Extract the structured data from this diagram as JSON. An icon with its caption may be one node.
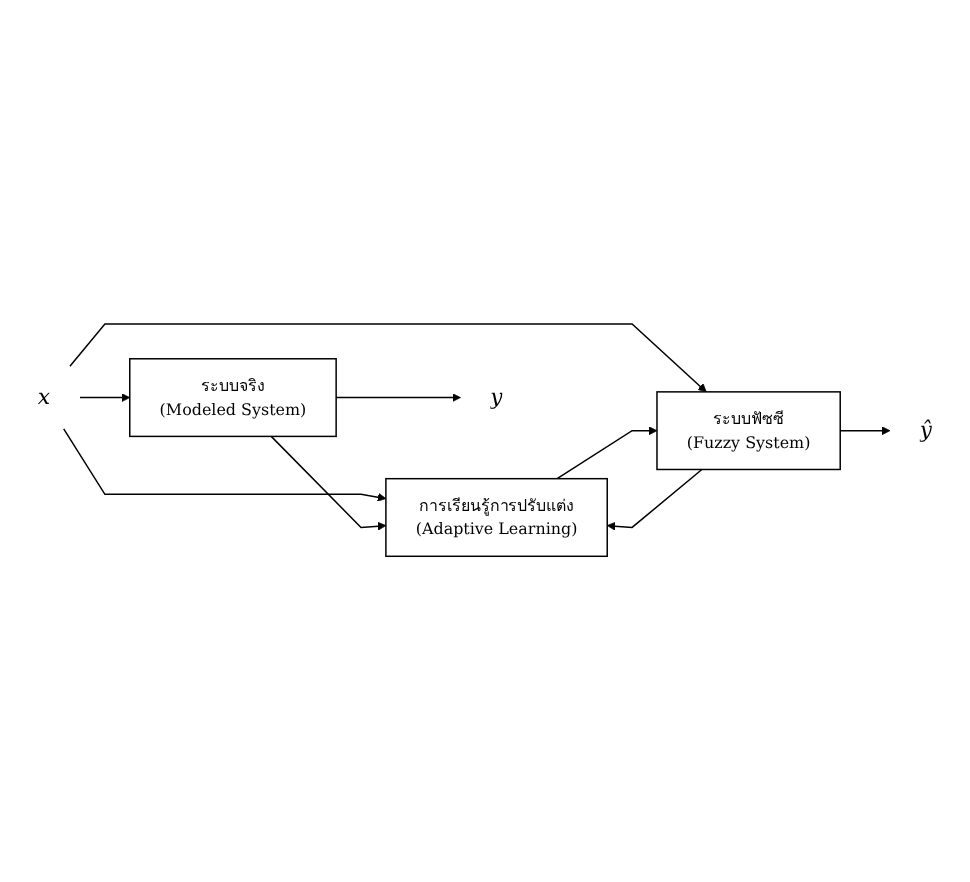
{
  "diagram": {
    "nodes": [
      {
        "text": [
          "x"
        ]
      },
      {
        "text": [
          "ระบบจริง",
          "(Modeled System)"
        ]
      },
      {
        "text": [
          "ระบบฟัซซี",
          "(Fuzzy System)"
        ]
      },
      {
        "text": [
          "การเรียนรู้การปรับแต่ง",
          "(Adaptive Learning)"
        ]
      },
      {
        "text": [
          "y"
        ]
      },
      {
        "text": [
          "ŷ"
        ]
      }
    ],
    "edges": [
      {
        "from": 0,
        "to": 1,
        "arrow": "to"
      },
      {
        "from": 0,
        "to": 2,
        "arrow": "to"
      },
      {
        "from": 0,
        "to": 3,
        "arrow": "to"
      },
      {
        "from": 1,
        "to": 4,
        "arrow": "to"
      },
      {
        "from": 1,
        "to": 3,
        "arrow": "to"
      },
      {
        "from": 2,
        "to": 5,
        "arrow": "to"
      },
      {
        "from": 2,
        "to": 3,
        "arrow": "to"
      },
      {
        "from": 3,
        "to": 2,
        "arrow": "to"
      }
    ]
  }
}
